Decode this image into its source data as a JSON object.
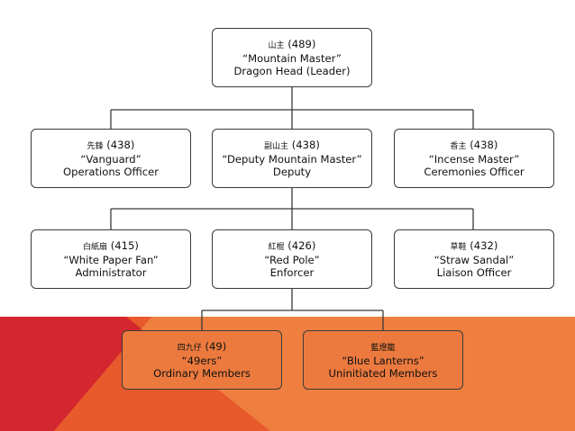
{
  "colors": {
    "band_main": "#ee7f3f",
    "band_red": "#d4262e",
    "band_mid": "#e8592b",
    "box_orange": "#ec7a3e",
    "line": "#3a3a3a"
  },
  "nodes": {
    "mountain_master": {
      "chinese": "山主",
      "rank": "(489)",
      "title": "“Mountain Master”",
      "role": "Dragon Head (Leader)"
    },
    "vanguard": {
      "chinese": "先鋒",
      "rank": "(438)",
      "title": "“Vanguard”",
      "role": "Operations Officer"
    },
    "deputy": {
      "chinese": "副山主",
      "rank": "(438)",
      "title": "“Deputy Mountain Master”",
      "role": "Deputy"
    },
    "incense_master": {
      "chinese": "香主",
      "rank": "(438)",
      "title": "“Incense Master”",
      "role": "Ceremonies Officer"
    },
    "white_paper_fan": {
      "chinese": "白紙扇",
      "rank": "(415)",
      "title": "“White Paper Fan”",
      "role": "Administrator"
    },
    "red_pole": {
      "chinese": "紅棍",
      "rank": "(426)",
      "title": "“Red Pole”",
      "role": "Enforcer"
    },
    "straw_sandal": {
      "chinese": "草鞋",
      "rank": "(432)",
      "title": "“Straw Sandal”",
      "role": "Liaison Officer"
    },
    "fortyniners": {
      "chinese": "四九仔",
      "rank": "(49)",
      "title": "“49ers”",
      "role": "Ordinary Members"
    },
    "blue_lanterns": {
      "chinese": "藍燈籠",
      "rank": "",
      "title": "“Blue Lanterns”",
      "role": "Uninitiated Members"
    }
  }
}
